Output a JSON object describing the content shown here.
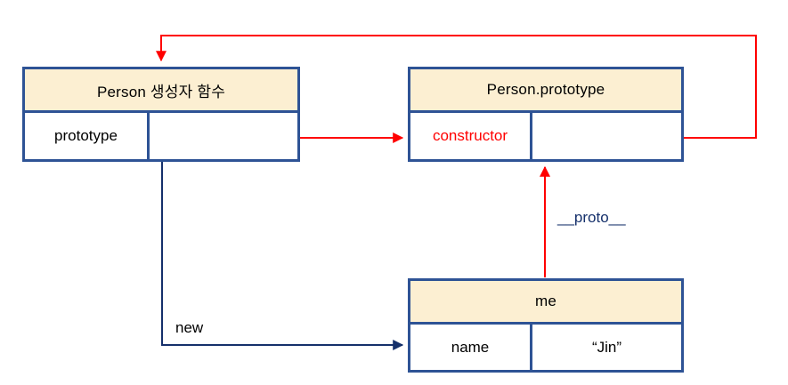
{
  "diagram": {
    "title": "JavaScript prototype relationship diagram",
    "colors": {
      "border": "#2E5395",
      "header_fill": "#FCEFD2",
      "red_arrow": "#FF0000",
      "navy_arrow": "#15306B",
      "red_text": "#FF0000",
      "navy_text": "#15306B",
      "background": "#FFFFFF"
    },
    "nodes": [
      {
        "id": "person",
        "header": "Person 생성자 함수",
        "rows": [
          {
            "key": "prototype",
            "value": ""
          }
        ]
      },
      {
        "id": "prototype",
        "header": "Person.prototype",
        "rows": [
          {
            "key": "constructor",
            "value": ""
          }
        ]
      },
      {
        "id": "me",
        "header": "me",
        "rows": [
          {
            "key": "name",
            "value": "“Jin”"
          }
        ]
      }
    ],
    "edges": [
      {
        "id": "constructor-to-person",
        "label": "",
        "color": "#FF0000",
        "from": "prototype.constructor",
        "to": "person"
      },
      {
        "id": "prototype-to-prototype-obj",
        "label": "",
        "color": "#FF0000",
        "from": "person.prototype",
        "to": "prototype"
      },
      {
        "id": "me-proto-to-prototype",
        "label": "__proto__",
        "color": "#FF0000",
        "from": "me",
        "to": "prototype"
      },
      {
        "id": "person-new-to-me",
        "label": "new",
        "color": "#15306B",
        "from": "person",
        "to": "me"
      }
    ]
  }
}
